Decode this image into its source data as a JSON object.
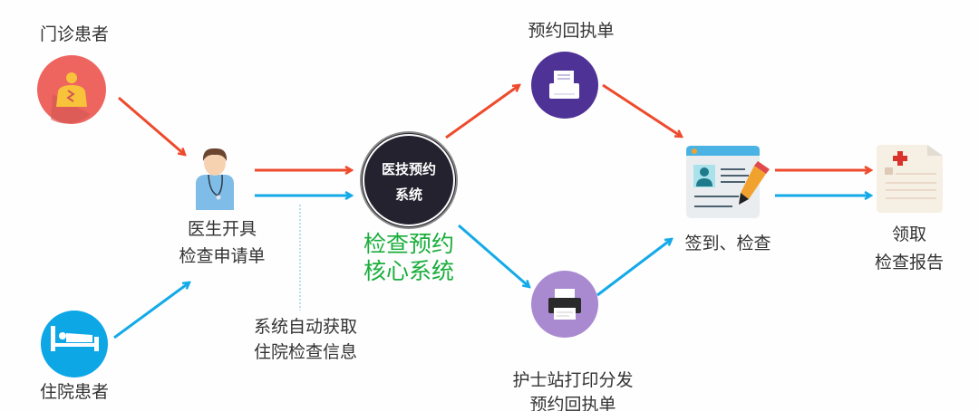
{
  "nodes": {
    "outpatient": {
      "label": "门诊患者",
      "icon": "injured-patient-icon",
      "color": "#ee6560"
    },
    "inpatient": {
      "label": "住院患者",
      "icon": "bed-icon",
      "color": "#0ea7e6"
    },
    "doctor": {
      "label_line1": "医生开具",
      "label_line2": "检查申请单",
      "icon": "doctor-icon"
    },
    "auto_fetch": {
      "label_line1": "系统自动获取",
      "label_line2": "住院检查信息"
    },
    "core_system": {
      "label_line1": "医技预约",
      "label_line2": "系统",
      "caption_line1": "检查预约",
      "caption_line2": "核心系统",
      "color": "#24222e",
      "caption_color": "#1aae3c"
    },
    "receipt": {
      "label": "预约回执单",
      "icon": "printer-icon",
      "color": "#4f3296"
    },
    "nurse_print": {
      "label_line1": "护士站打印分发",
      "label_line2": "预约回执单",
      "icon": "printer-icon",
      "color": "#a98ad0"
    },
    "checkin": {
      "label": "签到、检查",
      "icon": "id-card-edit-icon"
    },
    "report": {
      "label_line1": "领取",
      "label_line2": "检查报告",
      "icon": "medical-report-icon"
    }
  },
  "colors": {
    "outpatient_flow": "#ee4a2c",
    "inpatient_flow": "#14aae8"
  }
}
